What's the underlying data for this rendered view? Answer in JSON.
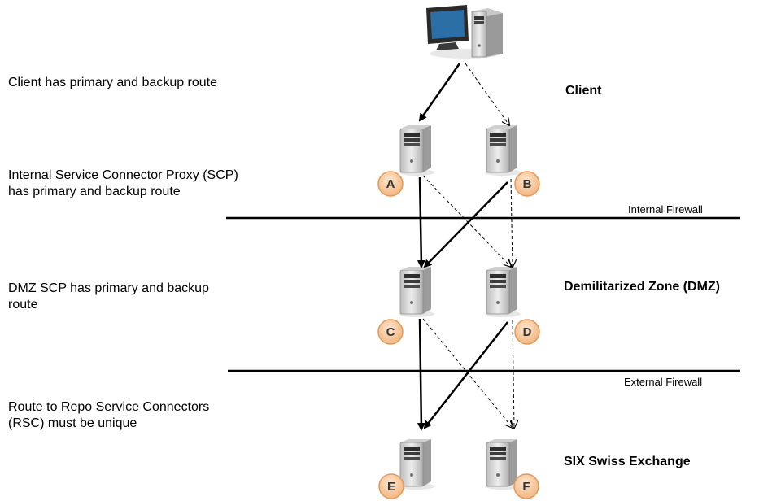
{
  "descriptions": {
    "client": "Client has primary and backup route",
    "internal_scp_line1": "Internal Service Connector Proxy (SCP)",
    "internal_scp_line2": "has primary and backup route",
    "dmz_line1": "DMZ SCP has primary and backup",
    "dmz_line2": "route",
    "rsc_line1": "Route to Repo Service Connectors",
    "rsc_line2": "(RSC) must be unique"
  },
  "zones": {
    "client": "Client",
    "dmz": "Demilitarized Zone (DMZ)",
    "six": "SIX Swiss Exchange"
  },
  "firewalls": {
    "internal": "Internal Firewall",
    "external": "External Firewall"
  },
  "nodes": {
    "a": "A",
    "b": "B",
    "c": "C",
    "d": "D",
    "e": "E",
    "f": "F"
  },
  "colors": {
    "badge_fill": "#F6C79A",
    "badge_stroke": "#E8A564",
    "tower_body": "#DADADA",
    "monitor_screen": "#2B6FA6"
  }
}
